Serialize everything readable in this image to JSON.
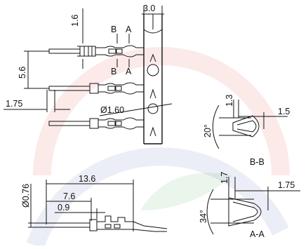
{
  "drawing": {
    "colors": {
      "line": "#111111",
      "watermark_red": "#e0302a",
      "watermark_blue": "#3a57a8",
      "watermark_green": "#2e9a48"
    },
    "top_view": {
      "dim_width": "3.0",
      "dim_pin": "1.6",
      "dim_pitch": "5.6",
      "dim_offset": "1.75",
      "dim_hole": "Ø1.60",
      "section_b_top": "B",
      "section_a_top": "A",
      "section_b_bottom": "B",
      "section_a_bottom": "A"
    },
    "section_bb": {
      "dim_height": "1.3",
      "dim_length": "1.5",
      "dim_angle": "20°",
      "label": "B-B"
    },
    "side_view": {
      "dim_pin_dia": "Ø0.76",
      "dim_total": "13.6",
      "dim_mid": "7.6",
      "dim_tip": "0.9"
    },
    "section_aa": {
      "dim_height": "1.7",
      "dim_length": "1.75",
      "dim_angle": "34°",
      "label": "A-A"
    }
  }
}
